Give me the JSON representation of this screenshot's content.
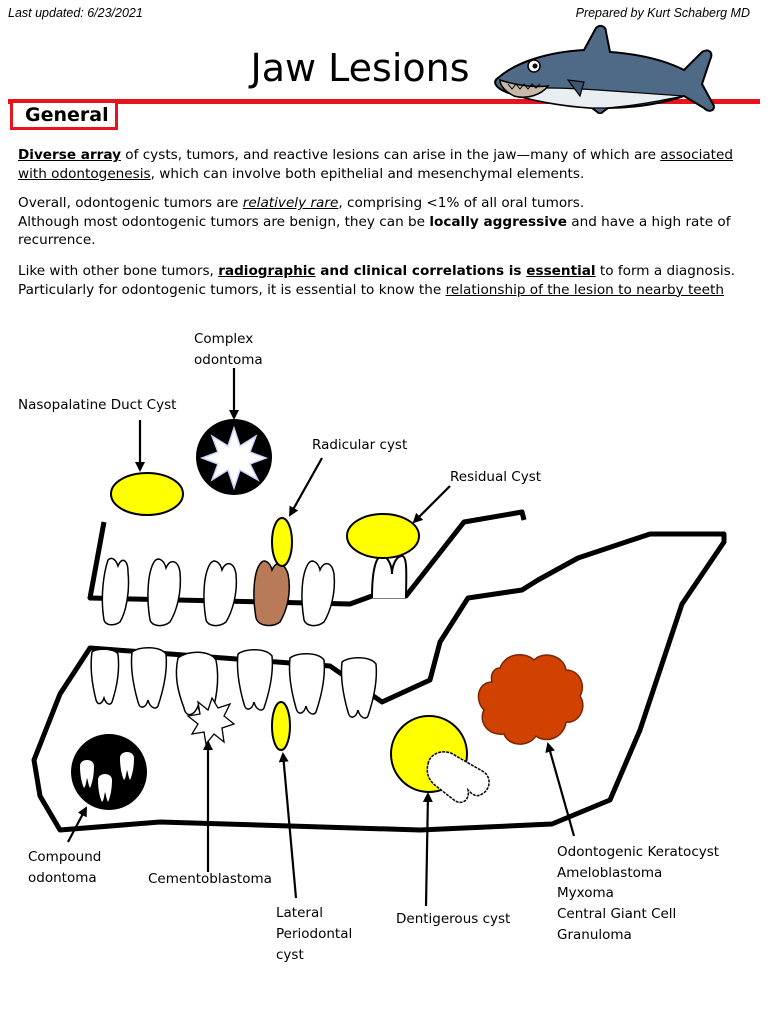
{
  "header": {
    "last_updated": "Last updated: 6/23/2021",
    "prepared_by": "Prepared by Kurt Schaberg MD",
    "title": "Jaw Lesions"
  },
  "section": {
    "heading": "General"
  },
  "paragraphs": {
    "p1": {
      "a": "Diverse array",
      "b": " of cysts, tumors, and reactive lesions can arise in the jaw—many of which are ",
      "c": "associated with odontogenesis",
      "d": ", which can involve both epithelial and mesenchymal elements."
    },
    "p2": {
      "a": "Overall, odontogenic tumors are ",
      "b": "relatively rare",
      "c": ", comprising <1% of all oral tumors.",
      "d": "Although most odontogenic tumors are benign, they can be ",
      "e": "locally aggressive",
      "f": " and have a high rate of recurrence."
    },
    "p3": {
      "a": "Like with other bone tumors, ",
      "b": "radiographic",
      "c": " and clinical correlations is ",
      "d": "essential",
      "e": " to form a diagnosis.",
      "f": "Particularly for odontogenic tumors, it is essential to know the ",
      "g": "relationship of the lesion to nearby teeth"
    }
  },
  "diagram": {
    "labels": {
      "complex_odontoma_1": "Complex",
      "complex_odontoma_2": "odontoma",
      "nasopalatine": "Nasopalatine Duct Cyst",
      "radicular": "Radicular cyst",
      "residual": "Residual Cyst",
      "compound_1": "Compound",
      "compound_2": "odontoma",
      "cementoblastoma": "Cementoblastoma",
      "lateral_1": "Lateral",
      "lateral_2": "Periodontal",
      "lateral_3": "cyst",
      "dentigerous": "Dentigerous cyst",
      "okc_1": "Odontogenic Keratocyst",
      "okc_2": "Ameloblastoma",
      "okc_3": "Myxoma",
      "okc_4": "Central Giant Cell",
      "okc_5": "Granuloma"
    },
    "colors": {
      "cyst_yellow": "#ffff00",
      "okc_red": "#d14200",
      "radicular_tooth": "#b97a57",
      "accent_red": "#e8141b"
    }
  }
}
